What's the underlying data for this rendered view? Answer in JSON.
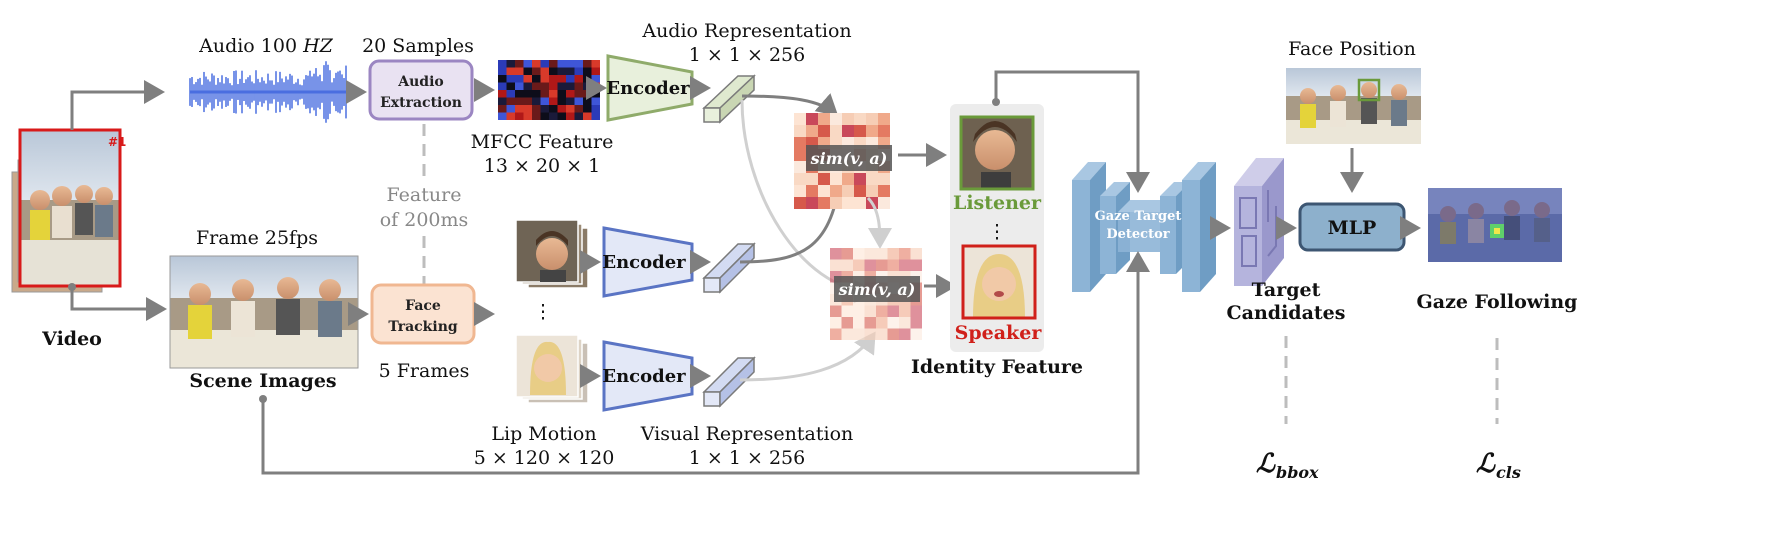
{
  "labels": {
    "audio": "Audio 100",
    "audio_unit": "HZ",
    "samples": "20 Samples",
    "audio_extraction_1": "Audio",
    "audio_extraction_2": "Extraction",
    "mfcc": "MFCC Feature",
    "mfcc_dim": "13 × 20 × 1",
    "encoder": "Encoder",
    "audio_rep": "Audio Representation",
    "audio_rep_dim": "1 × 1 × 256",
    "sim": "sim(v, a)",
    "feature_1": "Feature",
    "feature_2": "of 200ms",
    "frame": "Frame 25fps",
    "face_tracking_1": "Face",
    "face_tracking_2": "Tracking",
    "five_frames": "5 Frames",
    "scene_images": "Scene Images",
    "video": "Video",
    "lip_motion": "Lip Motion",
    "lip_motion_dim": "5 × 120 × 120",
    "visual_rep": "Visual Representation",
    "visual_rep_dim": "1 × 1 × 256",
    "listener": "Listener",
    "speaker": "Speaker",
    "identity": "Identity Feature",
    "detector_1": "Gaze Target",
    "detector_2": "Detector",
    "target_1": "Target",
    "target_2": "Candidates",
    "face_position": "Face Position",
    "mlp": "MLP",
    "gaze_following": "Gaze Following",
    "loss_main": "ℒ",
    "loss_bbox_sub": "bbox",
    "loss_cls_sub": "cls",
    "video_badge": "#1"
  },
  "colors": {
    "arrow": "#7f7f7f",
    "audio_wave": "#4a6fe0",
    "audio_box_fill": "#e9e2f2",
    "audio_box_stroke": "#9b86c2",
    "face_box_fill": "#fbe3d2",
    "face_box_stroke": "#f0b791",
    "audio_encoder_fill": "#e8f0dc",
    "audio_encoder_stroke": "#8fab6a",
    "visual_encoder_fill": "#e3e8f7",
    "visual_encoder_stroke": "#5a74c4",
    "listener": "#6a9a3a",
    "speaker": "#d0201a",
    "detector": "#8db4d6",
    "mlp_fill": "#8db0cc",
    "target": "#b5b4dd"
  }
}
